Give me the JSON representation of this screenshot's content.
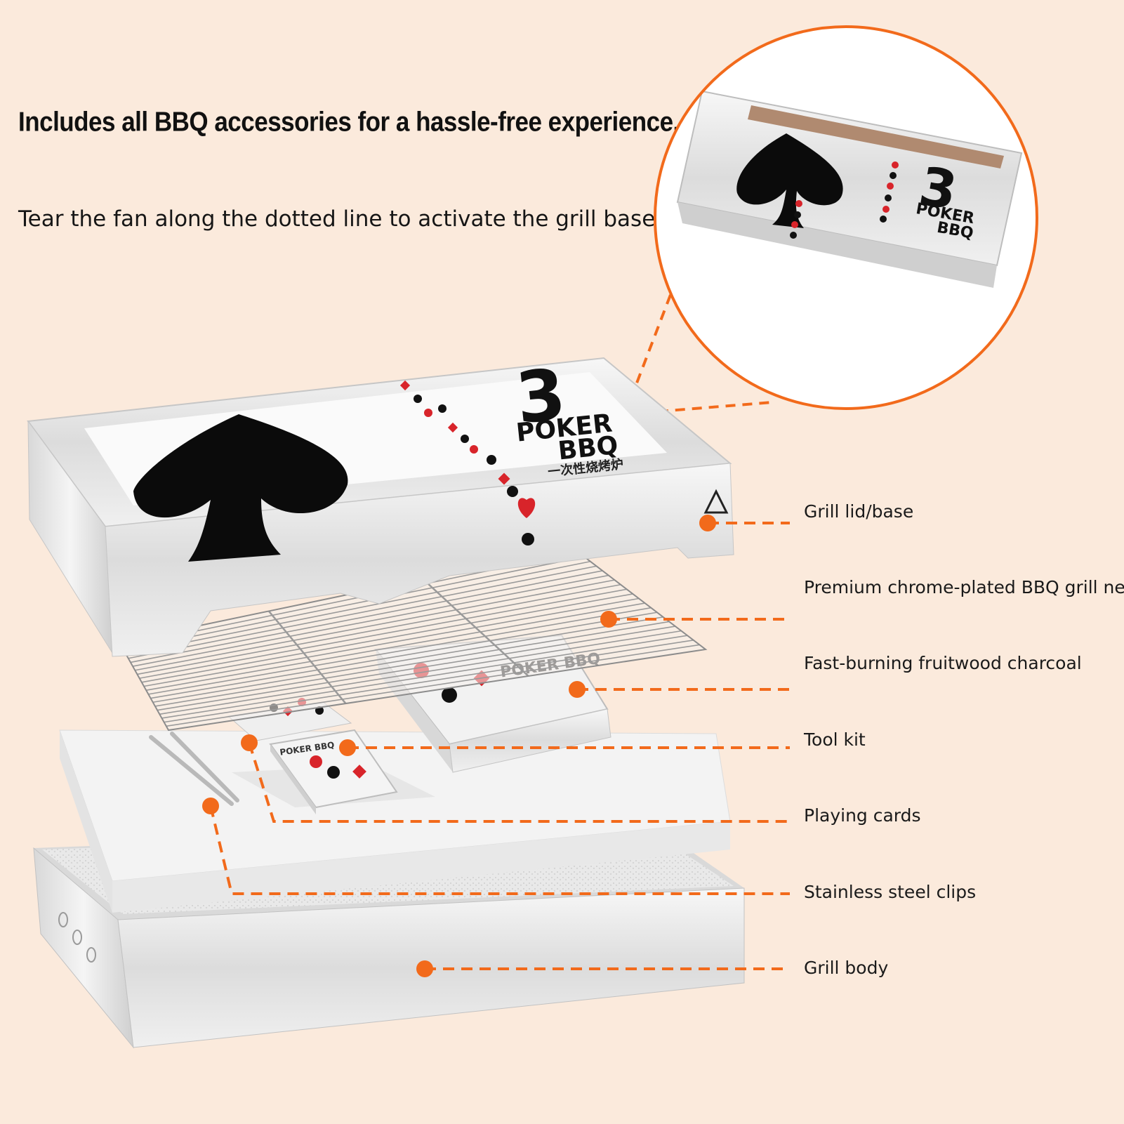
{
  "headline": "Includes all BBQ accessories for a hassle-free experience.",
  "subline": "Tear the fan along the dotted line to activate the grill base.",
  "callouts": [
    {
      "label": "Grill lid/base"
    },
    {
      "label": "Premium chrome-plated BBQ grill ne"
    },
    {
      "label": "Fast-burning fruitwood charcoal"
    },
    {
      "label": "Tool kit"
    },
    {
      "label": "Playing cards"
    },
    {
      "label": "Stainless steel clips"
    },
    {
      "label": "Grill body"
    }
  ],
  "product": {
    "number": "3",
    "line1": "POKER",
    "line2": "BBQ",
    "cn_subtitle": "一次性烧烤炉",
    "card_box_text": "POKER BBQ"
  },
  "colors": {
    "background": "#fbeadc",
    "accent": "#f26a1b",
    "spade": "#0b0b0b",
    "red_suit": "#d8242a"
  }
}
